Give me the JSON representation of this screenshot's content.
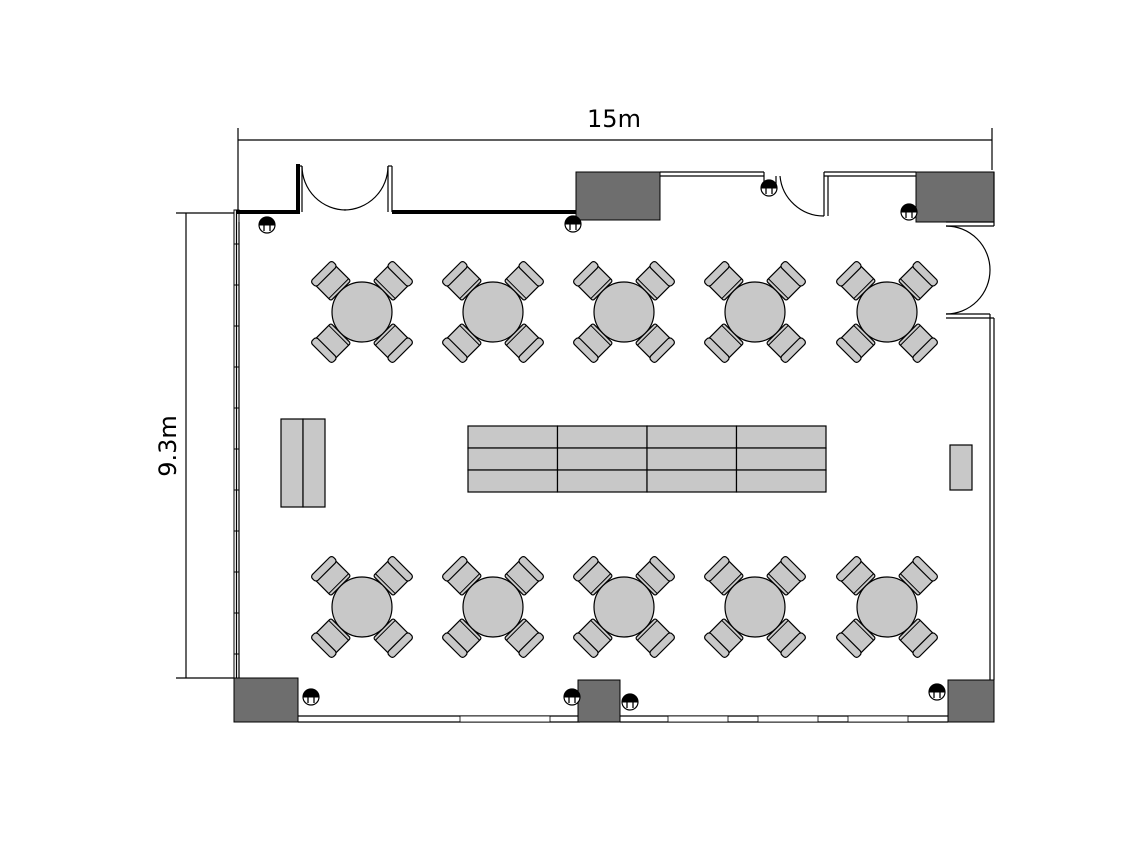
{
  "dimensions": {
    "width_label": "15m",
    "height_label": "9.3m"
  },
  "room": {
    "round_tables": {
      "rows": 2,
      "per_row": 5,
      "chairs_per_table": 4
    },
    "center_table_grid": {
      "columns": 4,
      "rows": 3
    },
    "left_counter_sections": 2,
    "right_podium": 1,
    "doors": [
      "top-left-double-door",
      "top-center-single-door",
      "right-double-door"
    ],
    "outlets": 8
  }
}
